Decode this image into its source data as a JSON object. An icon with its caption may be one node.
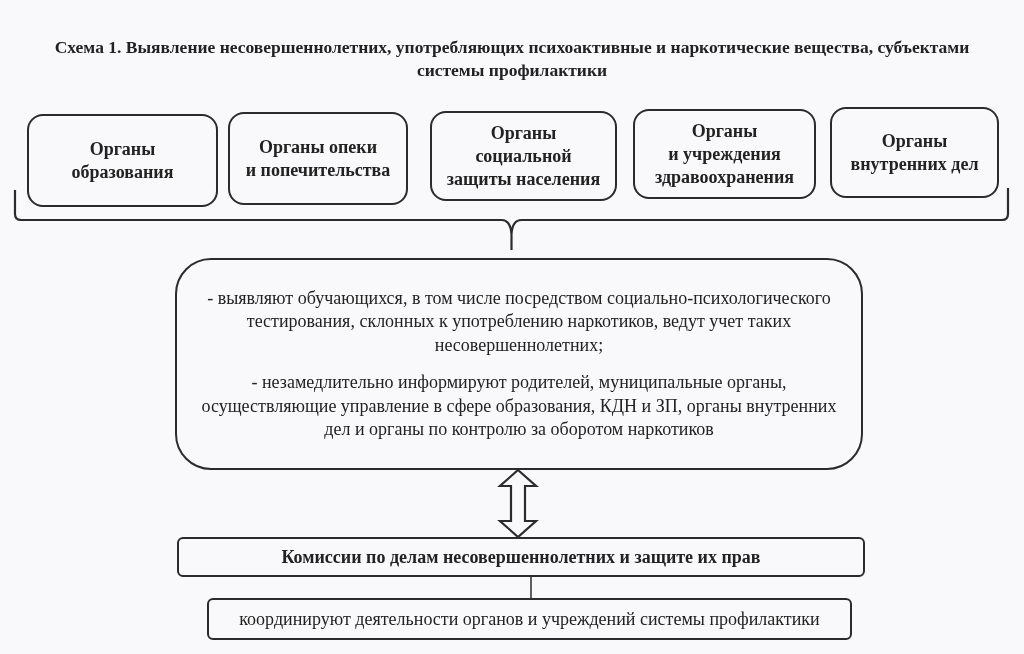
{
  "diagram": {
    "title": "Схема 1. Выявление несовершеннолетних, употребляющих психоактивные и наркотические вещества, субъектами системы профилактики",
    "nodes": [
      {
        "text": [
          "Органы образования"
        ]
      },
      {
        "text": [
          "Органы опеки и попечительства"
        ]
      },
      {
        "text": [
          "Органы социальной защиты населения"
        ]
      },
      {
        "text": [
          "Органы и учреждения здравоохранения"
        ]
      },
      {
        "text": [
          "Органы внутренних дел"
        ]
      },
      {
        "text": [
          "- выявляют обучающихся, в том числе посредством социально-психологического тестирования, склонных к употреблению наркотиков, ведут учет таких несовершеннолетних;",
          "- незамедлительно информируют родителей, муниципальные органы, осуществляющие управление в сфере образования, КДН и ЗП, органы внутренних дел и органы по контролю за оборотом наркотиков"
        ]
      },
      {
        "text": [
          "Комиссии по делам несовершеннолетних и защите их прав"
        ]
      },
      {
        "text": [
          "координируют деятельности органов и учреждений системы профилактики"
        ]
      }
    ],
    "edges": [
      {
        "from": 5,
        "to": 6,
        "arrow": "both",
        "style": "thick"
      },
      {
        "from": 6,
        "to": 7,
        "arrow": "none"
      }
    ]
  }
}
